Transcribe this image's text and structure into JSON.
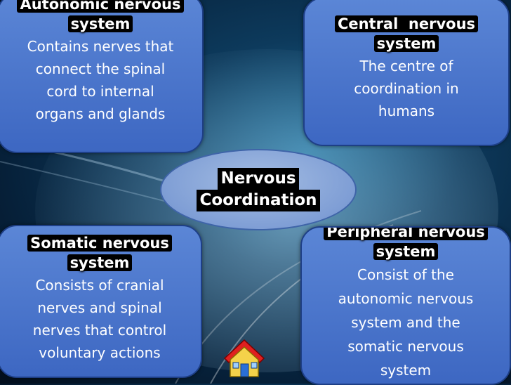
{
  "center": {
    "line1": "Nervous",
    "line2": "Coordination"
  },
  "boxes": [
    {
      "id": "autonomic",
      "title_lines": [
        "Autonomic nervous",
        "system"
      ],
      "description_lines": [
        "Contains nerves that",
        "connect the spinal",
        "cord to internal",
        "organs and glands"
      ]
    },
    {
      "id": "central",
      "title_lines": [
        "Central  nervous",
        "system"
      ],
      "description_lines": [
        "The centre of",
        "coordination in",
        "humans"
      ]
    },
    {
      "id": "somatic",
      "title_lines": [
        "Somatic nervous",
        "system"
      ],
      "description_lines": [
        "Consists of cranial",
        "nerves and spinal",
        "nerves that control",
        "voluntary actions"
      ]
    },
    {
      "id": "peripheral",
      "title_lines": [
        "Peripheral nervous",
        "system"
      ],
      "description_lines": [
        "Consist of the",
        "autonomic nervous",
        "system and the",
        "somatic nervous",
        "system"
      ]
    }
  ],
  "icons": {
    "home": "home-icon"
  },
  "colors": {
    "box_fill": "#4a75cc",
    "box_border": "#1e3f86",
    "center_fill": "#8fa9dc",
    "background": "#0d3a5c"
  }
}
